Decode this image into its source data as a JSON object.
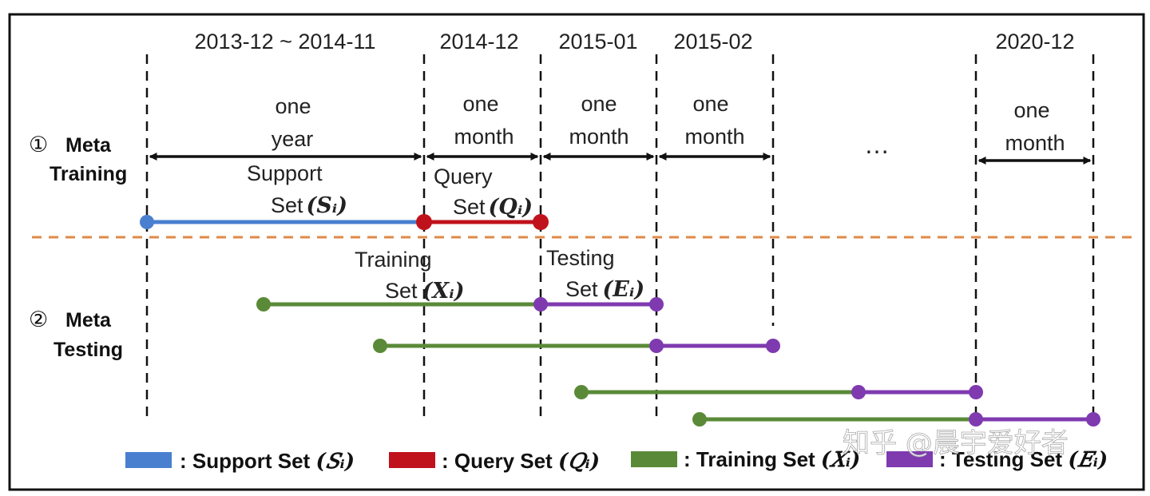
{
  "colors": {
    "support": "#4a7fd0",
    "query": "#c0121c",
    "training": "#5a8a38",
    "testing": "#7f3ab0",
    "divider": "#e0894a",
    "ink": "#111111"
  },
  "periods": [
    {
      "date": "2013-12 ~ 2014-11",
      "span": [
        "one",
        "year"
      ]
    },
    {
      "date": "2014-12",
      "span": [
        "one",
        "month"
      ]
    },
    {
      "date": "2015-01",
      "span": [
        "one",
        "month"
      ]
    },
    {
      "date": "2015-02",
      "span": [
        "one",
        "month"
      ]
    },
    {
      "date": "2020-12",
      "span": [
        "one",
        "month"
      ]
    }
  ],
  "ellipsis": "…",
  "phases": {
    "meta_training": {
      "marker": "①",
      "line1": "Meta",
      "line2": "Training"
    },
    "meta_testing": {
      "marker": "②",
      "line1": "Meta",
      "line2": "Testing"
    }
  },
  "set_labels": {
    "support": {
      "line1": "Support",
      "line2_text": "Set",
      "line2_math": "(𝑺ᵢ)"
    },
    "query": {
      "line1": "Query",
      "line2_text": "Set",
      "line2_math": "(𝑸ᵢ)"
    },
    "training": {
      "line1": "Training",
      "line2_text": "Set",
      "line2_math": "(𝑿ᵢ)"
    },
    "testing": {
      "line1": "Testing",
      "line2_text": "Set",
      "line2_math": "(𝑬ᵢ)"
    }
  },
  "legend": [
    {
      "key": "support",
      "text": ": Support Set ",
      "math": "(𝑆ᵢ)"
    },
    {
      "key": "query",
      "text": ": Query Set ",
      "math": "(𝑄ᵢ)"
    },
    {
      "key": "training",
      "text": ": Training Set ",
      "math": "(𝑋ᵢ)"
    },
    {
      "key": "testing",
      "text": ": Testing Set ",
      "math": "(𝐸ᵢ)"
    }
  ],
  "watermark": "知乎 @晨宇爱好者"
}
